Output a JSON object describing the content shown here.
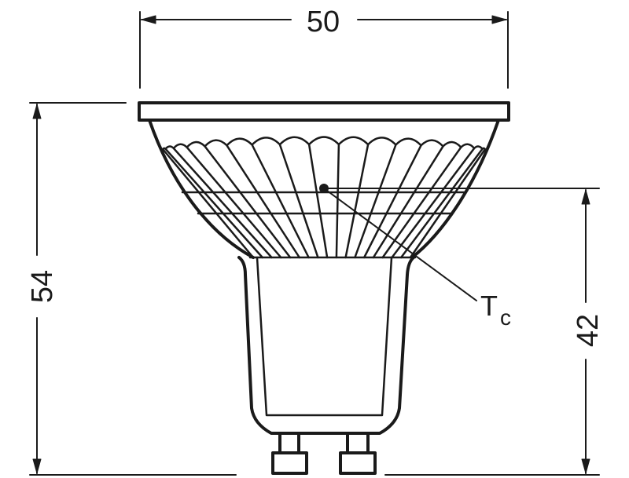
{
  "dimensions": {
    "width": "50",
    "height": "54",
    "tc_height": "42"
  },
  "annotation": {
    "tc_main": "T",
    "tc_sub": "c"
  },
  "colors": {
    "line": "#1a1a1a",
    "background": "#ffffff"
  }
}
